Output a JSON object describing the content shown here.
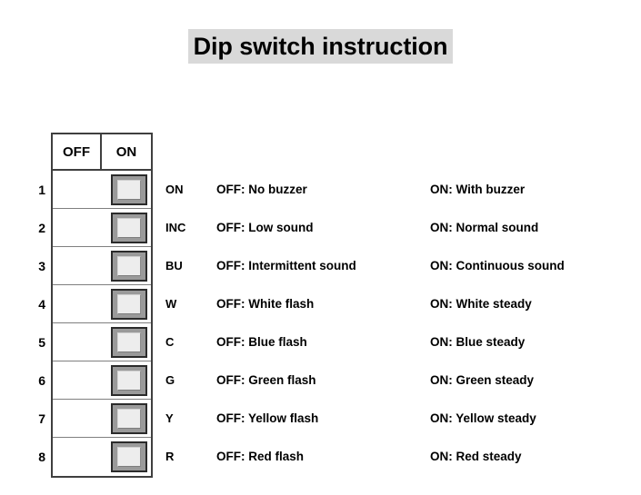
{
  "page": {
    "title": "Dip switch instruction",
    "title_highlight_color": "#d9d9d9",
    "background_color": "#ffffff",
    "text_color": "#000000"
  },
  "switch_table": {
    "columns": [
      "OFF",
      "ON"
    ],
    "border_color": "#3f3f3f",
    "row_divider_color": "#7f7f7f",
    "rocker_body_color": "#9a9a9a",
    "rocker_face_color": "#ededed",
    "rows": [
      {
        "index": "1",
        "abbr": "ON",
        "position": "ON",
        "off_text": "OFF: No buzzer",
        "on_text": "ON: With buzzer"
      },
      {
        "index": "2",
        "abbr": "INC",
        "position": "ON",
        "off_text": "OFF: Low sound",
        "on_text": "ON: Normal sound"
      },
      {
        "index": "3",
        "abbr": "BU",
        "position": "ON",
        "off_text": "OFF: Intermittent sound",
        "on_text": "ON: Continuous sound"
      },
      {
        "index": "4",
        "abbr": "W",
        "position": "ON",
        "off_text": "OFF: White flash",
        "on_text": "ON: White steady"
      },
      {
        "index": "5",
        "abbr": "C",
        "position": "ON",
        "off_text": "OFF: Blue flash",
        "on_text": "ON: Blue steady"
      },
      {
        "index": "6",
        "abbr": "G",
        "position": "ON",
        "off_text": "OFF: Green flash",
        "on_text": "ON: Green steady"
      },
      {
        "index": "7",
        "abbr": "Y",
        "position": "ON",
        "off_text": "OFF: Yellow flash",
        "on_text": "ON: Yellow steady"
      },
      {
        "index": "8",
        "abbr": "R",
        "position": "ON",
        "off_text": "OFF: Red flash",
        "on_text": "ON: Red steady"
      }
    ]
  }
}
